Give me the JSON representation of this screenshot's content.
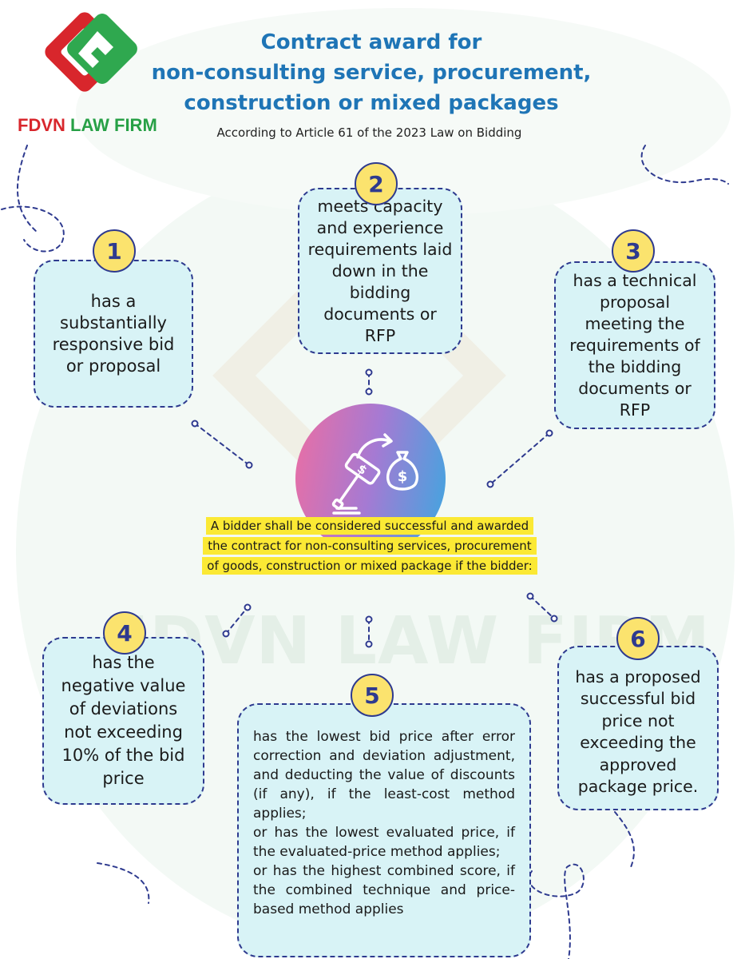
{
  "brand": {
    "part1": "FDVN",
    "part2": "LAW FIRM",
    "red": "#d8262c",
    "green": "#27a046"
  },
  "header": {
    "title_lines": [
      "Contract award for",
      "non-consulting service, procurement,",
      "construction or mixed packages"
    ],
    "subtitle": "According to Article 61 of the 2023 Law on Bidding"
  },
  "watermark": "FDVN LAW FIRM",
  "center": {
    "text": "A bidder shall be considered successful and awarded the contract for non-consulting services, procurement of goods, construction or mixed package if the bidder:",
    "icon": "gavel-money-bag-icon"
  },
  "criteria": [
    {
      "number": "1",
      "text": "has a substantially responsive bid or proposal"
    },
    {
      "number": "2",
      "text": "meets capacity and experience requirements laid down in the bidding documents or RFP"
    },
    {
      "number": "3",
      "text": "has a technical proposal meeting the requirements of the bidding documents or RFP"
    },
    {
      "number": "4",
      "text": "has the negative value of deviations not exceeding 10% of the bid price"
    },
    {
      "number": "5",
      "lines": [
        "has the lowest bid price after error correction and deviation adjustment, and deducting the value of discounts (if any), if the least-cost method applies;",
        "or has the lowest evaluated price, if the evaluated-price method applies;",
        "or has the highest combined score, if the combined technique and price-based method applies"
      ]
    },
    {
      "number": "6",
      "text": "has a proposed successful bid price not exceeding the approved package price."
    }
  ],
  "colors": {
    "title": "#1f75b6",
    "card_bg": "#d8f3f6",
    "border": "#2e3a8f",
    "badge": "#fbe36e",
    "highlight": "#fbe934"
  }
}
